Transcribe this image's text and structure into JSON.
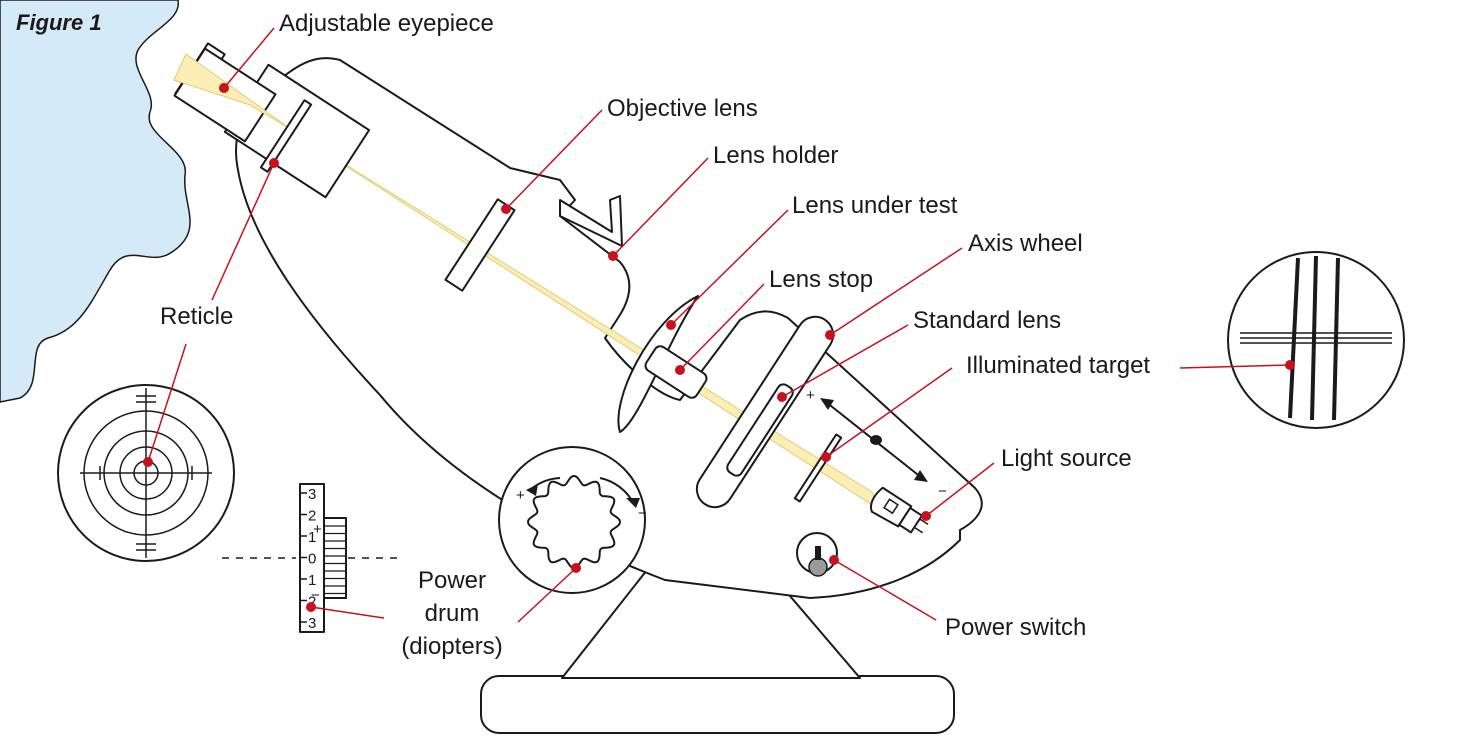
{
  "figure_label": "Figure 1",
  "labels": {
    "adjustable_eyepiece": "Adjustable eyepiece",
    "objective_lens": "Objective lens",
    "lens_holder": "Lens holder",
    "lens_under_test": "Lens under test",
    "axis_wheel": "Axis wheel",
    "lens_stop": "Lens stop",
    "standard_lens": "Standard lens",
    "illuminated_target": "Illuminated target",
    "reticle": "Reticle",
    "light_source": "Light source",
    "power_drum_line1": "Power",
    "power_drum_line2": "drum",
    "power_drum_line3": "(diopters)",
    "power_switch": "Power switch"
  },
  "scale": {
    "ticks": [
      "3",
      "2",
      "1",
      "0",
      "1",
      "2",
      "3"
    ]
  },
  "signs": {
    "plus": "+",
    "minus": "−"
  },
  "colors": {
    "sky": "#d4eaf7",
    "beam": "#fbeeb4",
    "leader": "#c8101e",
    "outline": "#1a1a1a"
  }
}
